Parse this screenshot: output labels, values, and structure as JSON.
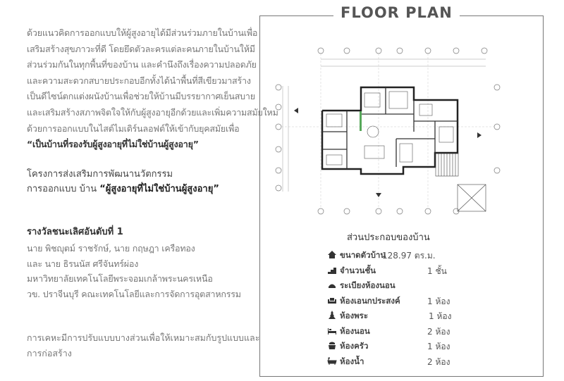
{
  "intro": {
    "lines": [
      "ด้วยแนวคิดการออกแบบให้ผู้สูงอายุได้มีส่วนร่วมภายในบ้านเพื่อ",
      "เสริมสร้างสุขภาวะที่ดี โดยยึดตัวละครแต่ละคนภายในบ้านให้มี",
      "ส่วนร่วมกันในทุกพื้นที่ของบ้าน และคำนึงถึงเรื่องความปลอดภัย",
      "และความสะดวกสบายประกอบอีกทั้งได้นำพื้นที่สีเขียวมาสร้าง",
      "เป็นดีไซน์ตกแต่งผนังบ้านเพื่อช่วยให้บ้านมีบรรยากาศเย็นสบาย",
      "และเสริมสร้างสภาพจิตใจให้กับผู้สูงอายุอีกด้วยและเพิ่มความสมัยใหม่",
      "ด้วยการออกแบบในไสต์ไมเดิร์นลอฟต์ให้เข้ากับยุคสมัยเพื่อ"
    ],
    "quote": "“เป็นบ้านที่รองรับผู้สูงอายุที่ไม่ใช่บ้านผู้สูงอายุ”"
  },
  "project": {
    "line1": "โครงการส่งเสริมการพัฒนานวัตกรรม",
    "line2_prefix": "การออกแบบ บ้าน ",
    "line2_bold": "“ผู้สูงอายุที่ไม่ใช่บ้านผู้สูงอายุ”"
  },
  "award": {
    "title": "รางวัลชนะเลิศอันดับที่ 1",
    "lines": [
      "นาย พิชญุตม์ ราชรักษ์, นาย กฤษฎา เครือทอง",
      "และ นาย ธิรนนัส ศรีจันทร์ผ่อง",
      "มหาวิทยาลัยเทคโนโลยีพระจอมเกล้าพระนครเหนือ",
      "วข. ปราจีนบุรี คณะเทคโนโลยีและการจัดการอุตสาหกรรม"
    ]
  },
  "note": {
    "lines": [
      "การเคหะมีการปรับแบบบางส่วนเพื่อให้เหมาะสมกับรูปแบบและ",
      "การก่อสร้าง"
    ]
  },
  "panel": {
    "title": "FLOOR PLAN"
  },
  "components": {
    "title": "ส่วนประกอบของบ้าน",
    "rows": [
      {
        "icon": "house-size-icon",
        "label": "ขนาดตัวบ้าน",
        "value": "128.97 ตร.ม."
      },
      {
        "icon": "floors-icon",
        "label": "จำนวนชั้น",
        "value": "1 ชั้น"
      },
      {
        "icon": "bedroom-porch-icon",
        "label": "ระเบียงห้องนอน",
        "value": ""
      },
      {
        "icon": "sofa-icon",
        "label": "ห้องเอนกประสงค์",
        "value": "1 ห้อง"
      },
      {
        "icon": "shrine-icon",
        "label": "ห้องพระ",
        "value": "1 ห้อง"
      },
      {
        "icon": "bed-icon",
        "label": "ห้องนอน",
        "value": "2 ห้อง"
      },
      {
        "icon": "kitchen-icon",
        "label": "ห้องครัว",
        "value": "1 ห้อง"
      },
      {
        "icon": "bath-icon",
        "label": "ห้องน้ำ",
        "value": "2 ห้อง"
      }
    ]
  },
  "colors": {
    "text": "#777777",
    "dark": "#333333",
    "frame": "#777777",
    "green": "#57a85a"
  }
}
